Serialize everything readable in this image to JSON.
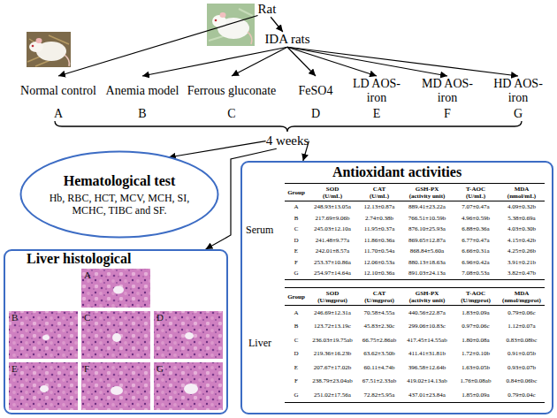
{
  "diagram": {
    "nodes": [
      {
        "text": [
          "Rat"
        ]
      },
      {
        "text": [
          "IDA rats"
        ]
      },
      {
        "text": [
          "Normal control",
          "A"
        ]
      },
      {
        "text": [
          "Anemia model",
          "B"
        ]
      },
      {
        "text": [
          "Ferrous gluconate",
          "C"
        ]
      },
      {
        "text": [
          "FeSO4",
          "D"
        ]
      },
      {
        "text": [
          "LD AOS-iron",
          "E"
        ]
      },
      {
        "text": [
          "MD AOS-iron",
          "F"
        ]
      },
      {
        "text": [
          "HD AOS-iron",
          "G"
        ]
      },
      {
        "text": [
          "4 weeks"
        ]
      },
      {
        "text": [
          "Hematological test",
          "Hb, RBC, HCT, MCV, MCH, SI, MCHC, TIBC and SF."
        ]
      },
      {
        "text": [
          "Liver histological"
        ]
      },
      {
        "text": [
          "Antioxidant activities"
        ]
      }
    ],
    "edges": [
      {
        "from": 0,
        "to": 2,
        "arrow": "to"
      },
      {
        "from": 0,
        "to": 1,
        "arrow": "to"
      },
      {
        "from": 1,
        "to": 3,
        "arrow": "to"
      },
      {
        "from": 1,
        "to": 4,
        "arrow": "to"
      },
      {
        "from": 1,
        "to": 5,
        "arrow": "to"
      },
      {
        "from": 1,
        "to": 6,
        "arrow": "to"
      },
      {
        "from": 1,
        "to": 7,
        "arrow": "to"
      },
      {
        "from": 1,
        "to": 8,
        "arrow": "to"
      },
      {
        "from": 9,
        "to": 10,
        "arrow": "to"
      },
      {
        "from": 9,
        "to": 11,
        "arrow": "to"
      },
      {
        "from": 9,
        "to": 12,
        "arrow": "to"
      }
    ],
    "labels": [
      "A",
      "B",
      "C",
      "D",
      "E",
      "F",
      "G",
      "Serum",
      "Group",
      "SOD (U/mL)",
      "CAT (U/mL)",
      "GSH-PX (activity unit)",
      "T-AOC (U/mL)",
      "MDA (nmol/mL)",
      "A",
      "248.93±13.05a",
      "12.13±0.87a",
      "889.41±23.22a",
      "7.07±0.47a",
      "4.09±0.32b",
      "B",
      "217.69±9.06b",
      "2.74±0.38b",
      "766.51±10.59b",
      "4.96±0.59b",
      "5.38±0.69a",
      "C",
      "245.03±12.10a",
      "11.95±0.37a",
      "876.10±25.93a",
      "6.88±0.36a",
      "4.03±0.30b",
      "D",
      "241.48±9.77a",
      "11.86±0.36a",
      "869.65±12.87a",
      "6.77±0.47a",
      "4.15±0.42b",
      "E",
      "242.01±8.57a",
      "11.70±0.54a",
      "868.84±5.60a",
      "6.66±0.31a",
      "4.25±0.26b",
      "F",
      "253.37±10.86a",
      "12.06±0.53a",
      "880.13±18.63a",
      "6.96±0.42a",
      "3.91±0.21b",
      "G",
      "254.97±14.64a",
      "12.10±0.36a",
      "891.03±24.13a",
      "7.08±0.53a",
      "3.82±0.47b",
      "Liver",
      "Group",
      "SOD (U/mgprot)",
      "CAT (U/mgprot)",
      "GSH-PX (activity unit)",
      "T-AOC (U/mgprot)",
      "MDA (nmol/mgprot)",
      "A",
      "246.69±12.31a",
      "70.58±4.55a",
      "440.56±22.87a",
      "1.83±0.09a",
      "0.79±0.06c",
      "B",
      "123.72±13.19c",
      "45.83±2.30c",
      "299.06±10.83c",
      "0.97±0.06c",
      "1.12±0.07a",
      "C",
      "236.03±19.75ab",
      "66.75±2.86ab",
      "417.45±14.55ab",
      "1.80±0.08a",
      "0.83±0.08bc",
      "D",
      "219.36±16.23b",
      "63.62±3.50b",
      "411.41±31.81b",
      "1.72±0.10b",
      "0.91±0.05b",
      "E",
      "207.67±17.02b",
      "60.11±4.74b",
      "396.58±12.64b",
      "1.63±0.05b",
      "0.93±0.07b",
      "F",
      "238.79±23.04ab",
      "67.51±2.33ab",
      "419.02±14.13ab",
      "1.76±0.08ab",
      "0.84±0.06bc",
      "G",
      "251.02±17.56a",
      "72.82±5.95a",
      "437.01±23.84a",
      "1.85±0.09a",
      "0.79±0.04c"
    ]
  }
}
